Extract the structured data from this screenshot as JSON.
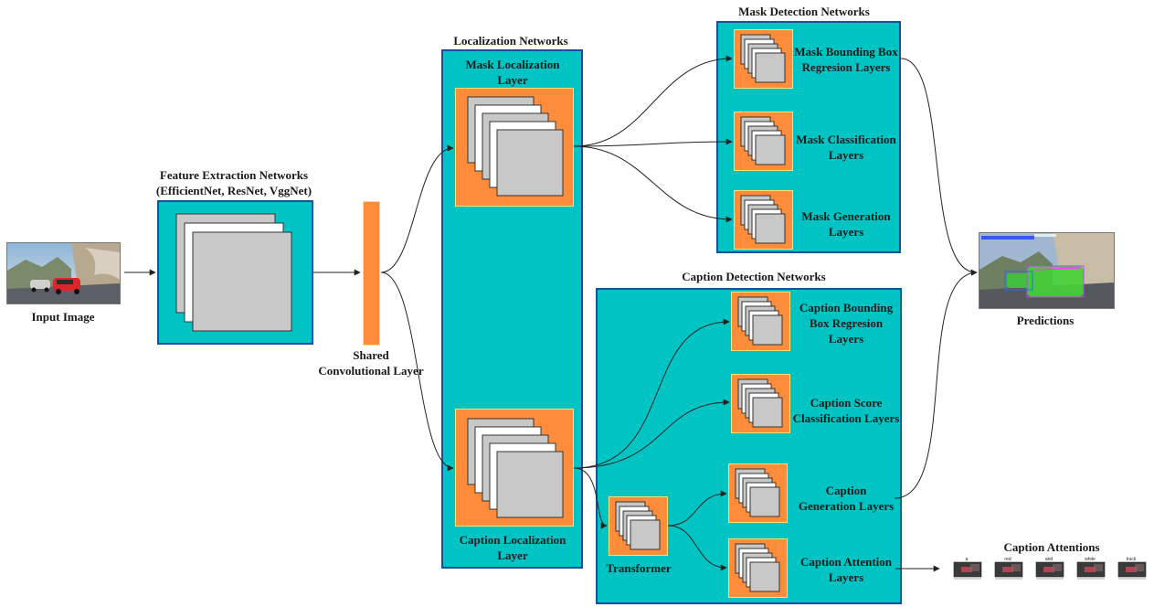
{
  "labels": {
    "input_image": "Input Image",
    "feature_title_line1": "Feature Extraction Networks",
    "feature_title_line2": "(EfficientNet, ResNet, VggNet)",
    "shared_line1": "Shared",
    "shared_line2": "Convolutional Layer",
    "localization_title": "Localization Networks",
    "mask_loc_line1": "Mask Localization",
    "mask_loc_line2": "Layer",
    "caption_loc_line1": "Caption Localization",
    "caption_loc_line2": "Layer",
    "mask_det_title": "Mask Detection Networks",
    "mask_bbox_line1": "Mask Bounding Box",
    "mask_bbox_line2": "Regresion Layers",
    "mask_cls_line1": "Mask Classification",
    "mask_cls_line2": "Layers",
    "mask_gen_line1": "Mask Generation",
    "mask_gen_line2": "Layers",
    "caption_det_title": "Caption Detection Networks",
    "cap_bbox_line1": "Caption Bounding",
    "cap_bbox_line2": "Box Regresion",
    "cap_bbox_line3": "Layers",
    "cap_score_line1": "Caption Score",
    "cap_score_line2": "Classification Layers",
    "cap_gen_line1": "Caption",
    "cap_gen_line2": "Generation Layers",
    "cap_att_line1": "Caption Attention",
    "cap_att_line2": "Layers",
    "transformer": "Transformer",
    "predictions": "Predictions",
    "caption_attentions": "Caption Attentions"
  },
  "attention_words": [
    "a",
    "red",
    "and",
    "white",
    "truck"
  ],
  "colors": {
    "teal": "#00c4c4",
    "teal_border": "#1b4e9c",
    "orange": "#ff8c3a",
    "orange_border": "#ffe36e",
    "card_gray": "#c8c8c8"
  }
}
